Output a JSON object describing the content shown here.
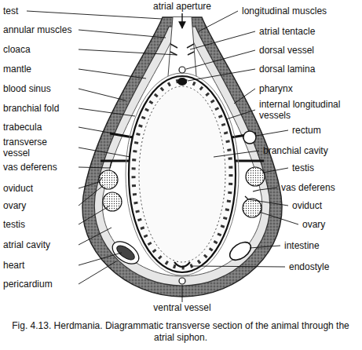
{
  "diagram": {
    "caption": "Fig. 4.13. Herdmania. Diagrammatic transverse section of the animal through the atrial siphon.",
    "labels": [
      "atrial aperture",
      "test",
      "annular muscles",
      "cloaca",
      "mantle",
      "blood sinus",
      "branchial fold",
      "trabecula",
      "transverse vessel",
      "vas deferens",
      "oviduct",
      "ovary",
      "testis",
      "atrial cavity",
      "heart",
      "pericardium",
      "ventral vessel",
      "longitudinal muscles",
      "atrial tentacle",
      "dorsal vessel",
      "dorsal lamina",
      "pharynx",
      "internal longitudinal vessels",
      "rectum",
      "branchial cavity",
      "testis",
      "vas deferens",
      "oviduct",
      "ovary",
      "intestine",
      "endostyle"
    ]
  }
}
